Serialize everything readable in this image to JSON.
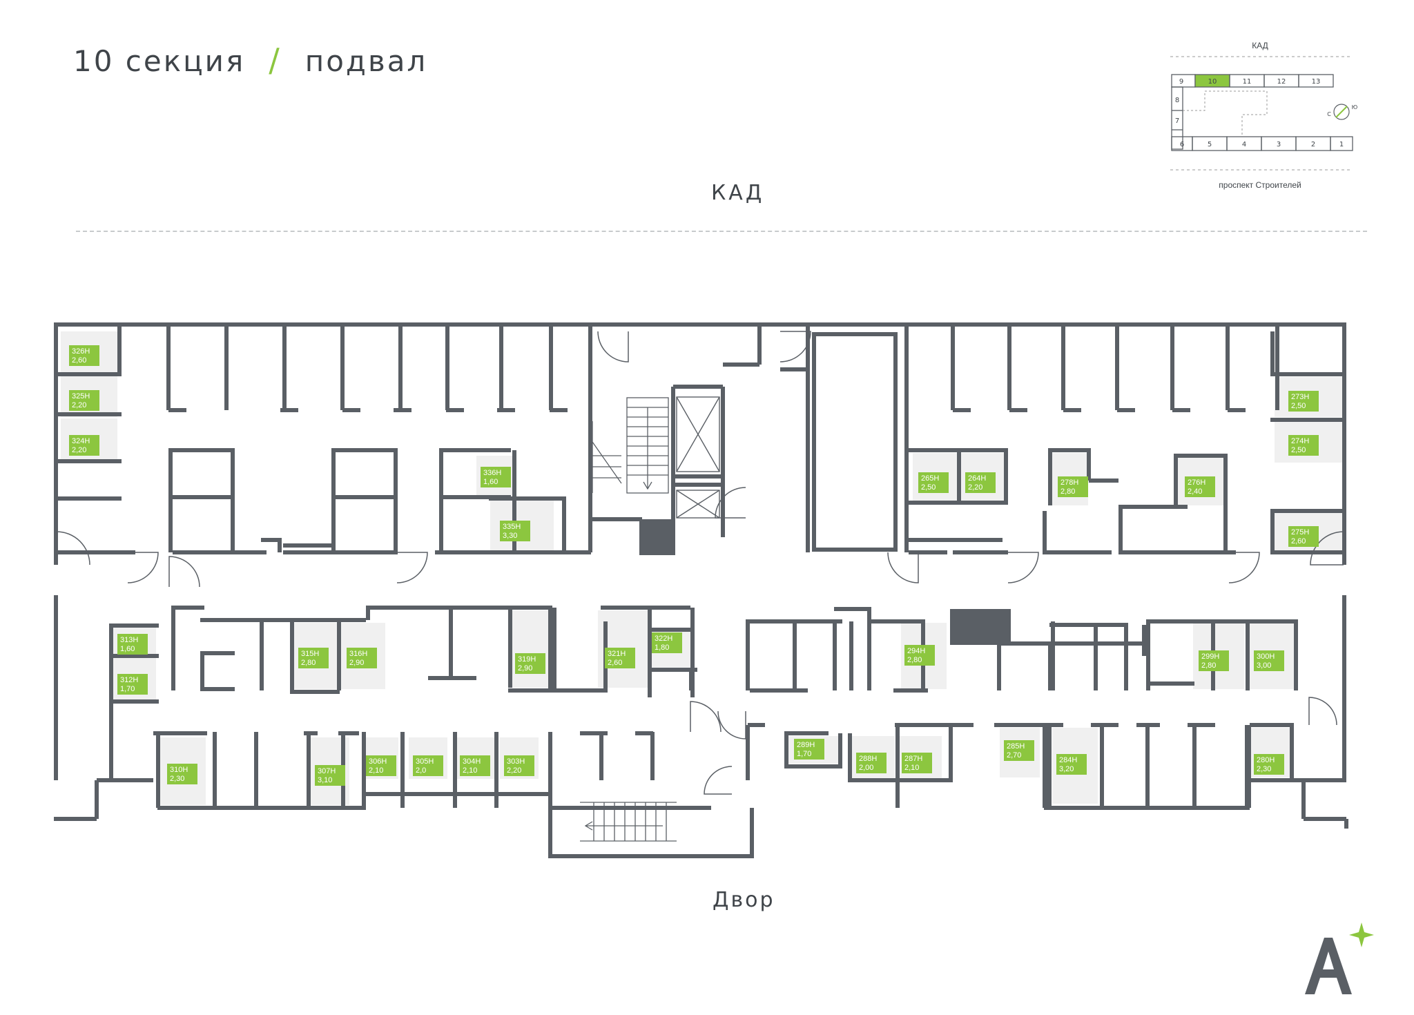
{
  "header": {
    "section": "10 секция",
    "slash": "/",
    "floor": "подвал"
  },
  "labels": {
    "kad": "КАД",
    "yard": "Двор"
  },
  "key_plan": {
    "top_label": "КАД",
    "bottom_label": "проспект Строителей",
    "active_section": "10",
    "top_row": [
      "9",
      "10",
      "11",
      "12",
      "13"
    ],
    "left_col": [
      "8",
      "7"
    ],
    "bottom_row": [
      "6",
      "5",
      "4",
      "3",
      "2",
      "1"
    ],
    "compass": [
      "С",
      "Ю"
    ]
  },
  "colors": {
    "accent": "#8cc63f",
    "wall": "#5a5f65",
    "room_fill": "#f0f0f0",
    "text": "#3f4449"
  },
  "storage_rooms": [
    {
      "id": "326Н",
      "area": "2,60"
    },
    {
      "id": "325Н",
      "area": "2,20"
    },
    {
      "id": "324Н",
      "area": "2,20"
    },
    {
      "id": "336Н",
      "area": "1,60"
    },
    {
      "id": "335Н",
      "area": "3,30"
    },
    {
      "id": "265Н",
      "area": "2,50"
    },
    {
      "id": "264Н",
      "area": "2,20"
    },
    {
      "id": "278Н",
      "area": "2,80"
    },
    {
      "id": "276Н",
      "area": "2,40"
    },
    {
      "id": "273Н",
      "area": "2,50"
    },
    {
      "id": "274Н",
      "area": "2,50"
    },
    {
      "id": "275Н",
      "area": "2,60"
    },
    {
      "id": "313Н",
      "area": "1,60"
    },
    {
      "id": "312Н",
      "area": "1,70"
    },
    {
      "id": "315Н",
      "area": "2,80"
    },
    {
      "id": "316Н",
      "area": "2,90"
    },
    {
      "id": "319Н",
      "area": "2,90"
    },
    {
      "id": "321Н",
      "area": "2,60"
    },
    {
      "id": "322Н",
      "area": "1,80"
    },
    {
      "id": "294Н",
      "area": "2,80"
    },
    {
      "id": "299Н",
      "area": "2,80"
    },
    {
      "id": "300Н",
      "area": "3,00"
    },
    {
      "id": "310Н",
      "area": "2,30"
    },
    {
      "id": "307Н",
      "area": "3,10"
    },
    {
      "id": "306Н",
      "area": "2,10"
    },
    {
      "id": "305Н",
      "area": "2,0"
    },
    {
      "id": "304Н",
      "area": "2,10"
    },
    {
      "id": "303Н",
      "area": "2,20"
    },
    {
      "id": "289Н",
      "area": "1,70"
    },
    {
      "id": "288Н",
      "area": "2,00"
    },
    {
      "id": "287Н",
      "area": "2,10"
    },
    {
      "id": "285Н",
      "area": "2,70"
    },
    {
      "id": "284Н",
      "area": "3,20"
    },
    {
      "id": "280Н",
      "area": "2,30"
    }
  ]
}
